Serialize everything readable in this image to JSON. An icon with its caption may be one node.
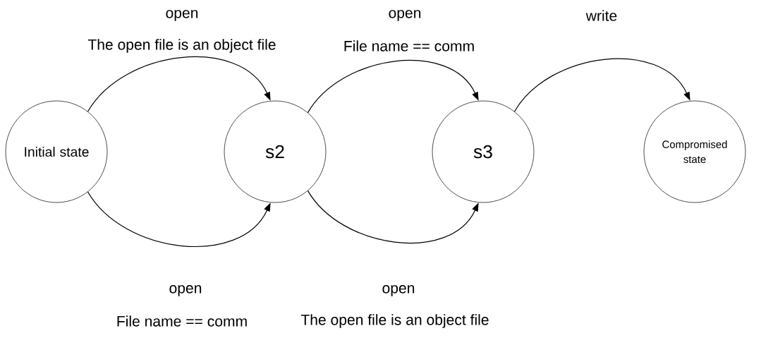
{
  "diagram": {
    "nodes": [
      {
        "text": [
          "Initial state"
        ]
      },
      {
        "text": [
          "s2"
        ]
      },
      {
        "text": [
          "s3"
        ]
      },
      {
        "text": [
          "Compromised state"
        ]
      }
    ],
    "edges": [
      {
        "from": 0,
        "to": 1,
        "arrow": "to",
        "label": "open"
      },
      {
        "from": 0,
        "to": 1,
        "arrow": "to",
        "label": "open"
      },
      {
        "from": 1,
        "to": 2,
        "arrow": "to",
        "label": "open"
      },
      {
        "from": 1,
        "to": 2,
        "arrow": "to",
        "label": "open"
      },
      {
        "from": 2,
        "to": 3,
        "arrow": "to",
        "label": "write"
      }
    ],
    "labels": [
      "The open file is an object file",
      "File name == comm",
      "File name == comm",
      "The open file is an object file"
    ]
  }
}
